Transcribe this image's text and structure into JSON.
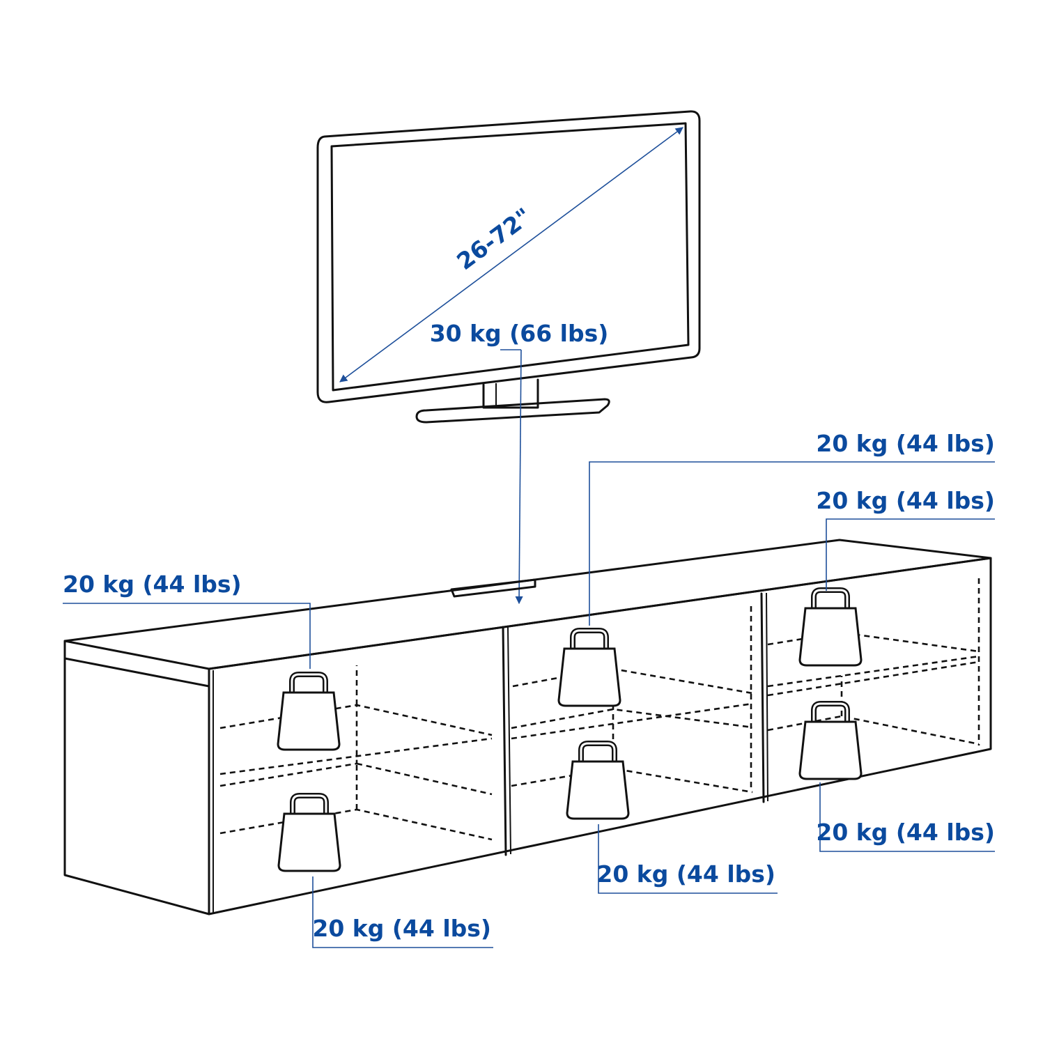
{
  "tv": {
    "screen_size": "26-72\"",
    "max_load": "30 kg (66 lbs)"
  },
  "shelf_loads": [
    {
      "id": "top-center",
      "label": "20 kg (44 lbs)"
    },
    {
      "id": "top-right",
      "label": "20 kg (44 lbs)"
    },
    {
      "id": "top-left",
      "label": "20 kg (44 lbs)"
    },
    {
      "id": "bottom-right",
      "label": "20 kg (44 lbs)"
    },
    {
      "id": "bottom-center",
      "label": "20 kg (44 lbs)"
    },
    {
      "id": "bottom-left",
      "label": "20 kg (44 lbs)"
    }
  ],
  "colors": {
    "label": "#0B4A9E",
    "leader": "#1D4F9A",
    "ink": "#111111"
  }
}
